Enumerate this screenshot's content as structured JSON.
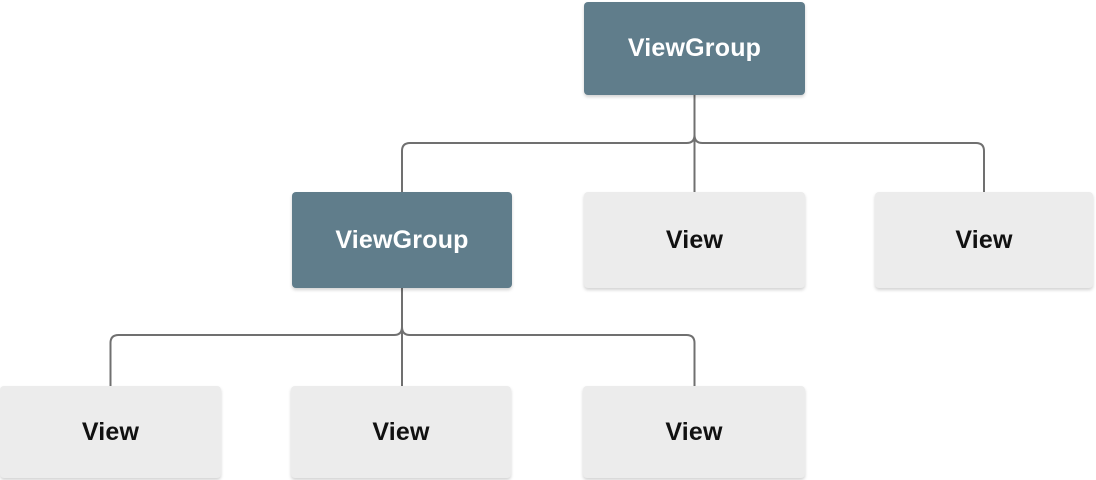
{
  "diagram": {
    "type": "tree",
    "colors": {
      "viewgroup_bg": "#607d8b",
      "viewgroup_text": "#ffffff",
      "view_bg": "#ececec",
      "view_text": "#111111",
      "connector": "#707070",
      "background": "#ffffff"
    },
    "nodes": [
      {
        "id": "root-viewgroup",
        "label": "ViewGroup",
        "kind": "viewgroup",
        "level": 1
      },
      {
        "id": "child-viewgroup",
        "label": "ViewGroup",
        "kind": "viewgroup",
        "level": 2
      },
      {
        "id": "child-view-middle",
        "label": "View",
        "kind": "view",
        "level": 2
      },
      {
        "id": "child-view-right",
        "label": "View",
        "kind": "view",
        "level": 2
      },
      {
        "id": "grandchild-view-left",
        "label": "View",
        "kind": "view",
        "level": 3
      },
      {
        "id": "grandchild-view-middle",
        "label": "View",
        "kind": "view",
        "level": 3
      },
      {
        "id": "grandchild-view-right",
        "label": "View",
        "kind": "view",
        "level": 3
      }
    ],
    "edges": [
      {
        "from": "root-viewgroup",
        "to": "child-viewgroup"
      },
      {
        "from": "root-viewgroup",
        "to": "child-view-middle"
      },
      {
        "from": "root-viewgroup",
        "to": "child-view-right"
      },
      {
        "from": "child-viewgroup",
        "to": "grandchild-view-left"
      },
      {
        "from": "child-viewgroup",
        "to": "grandchild-view-middle"
      },
      {
        "from": "child-viewgroup",
        "to": "grandchild-view-right"
      }
    ]
  }
}
